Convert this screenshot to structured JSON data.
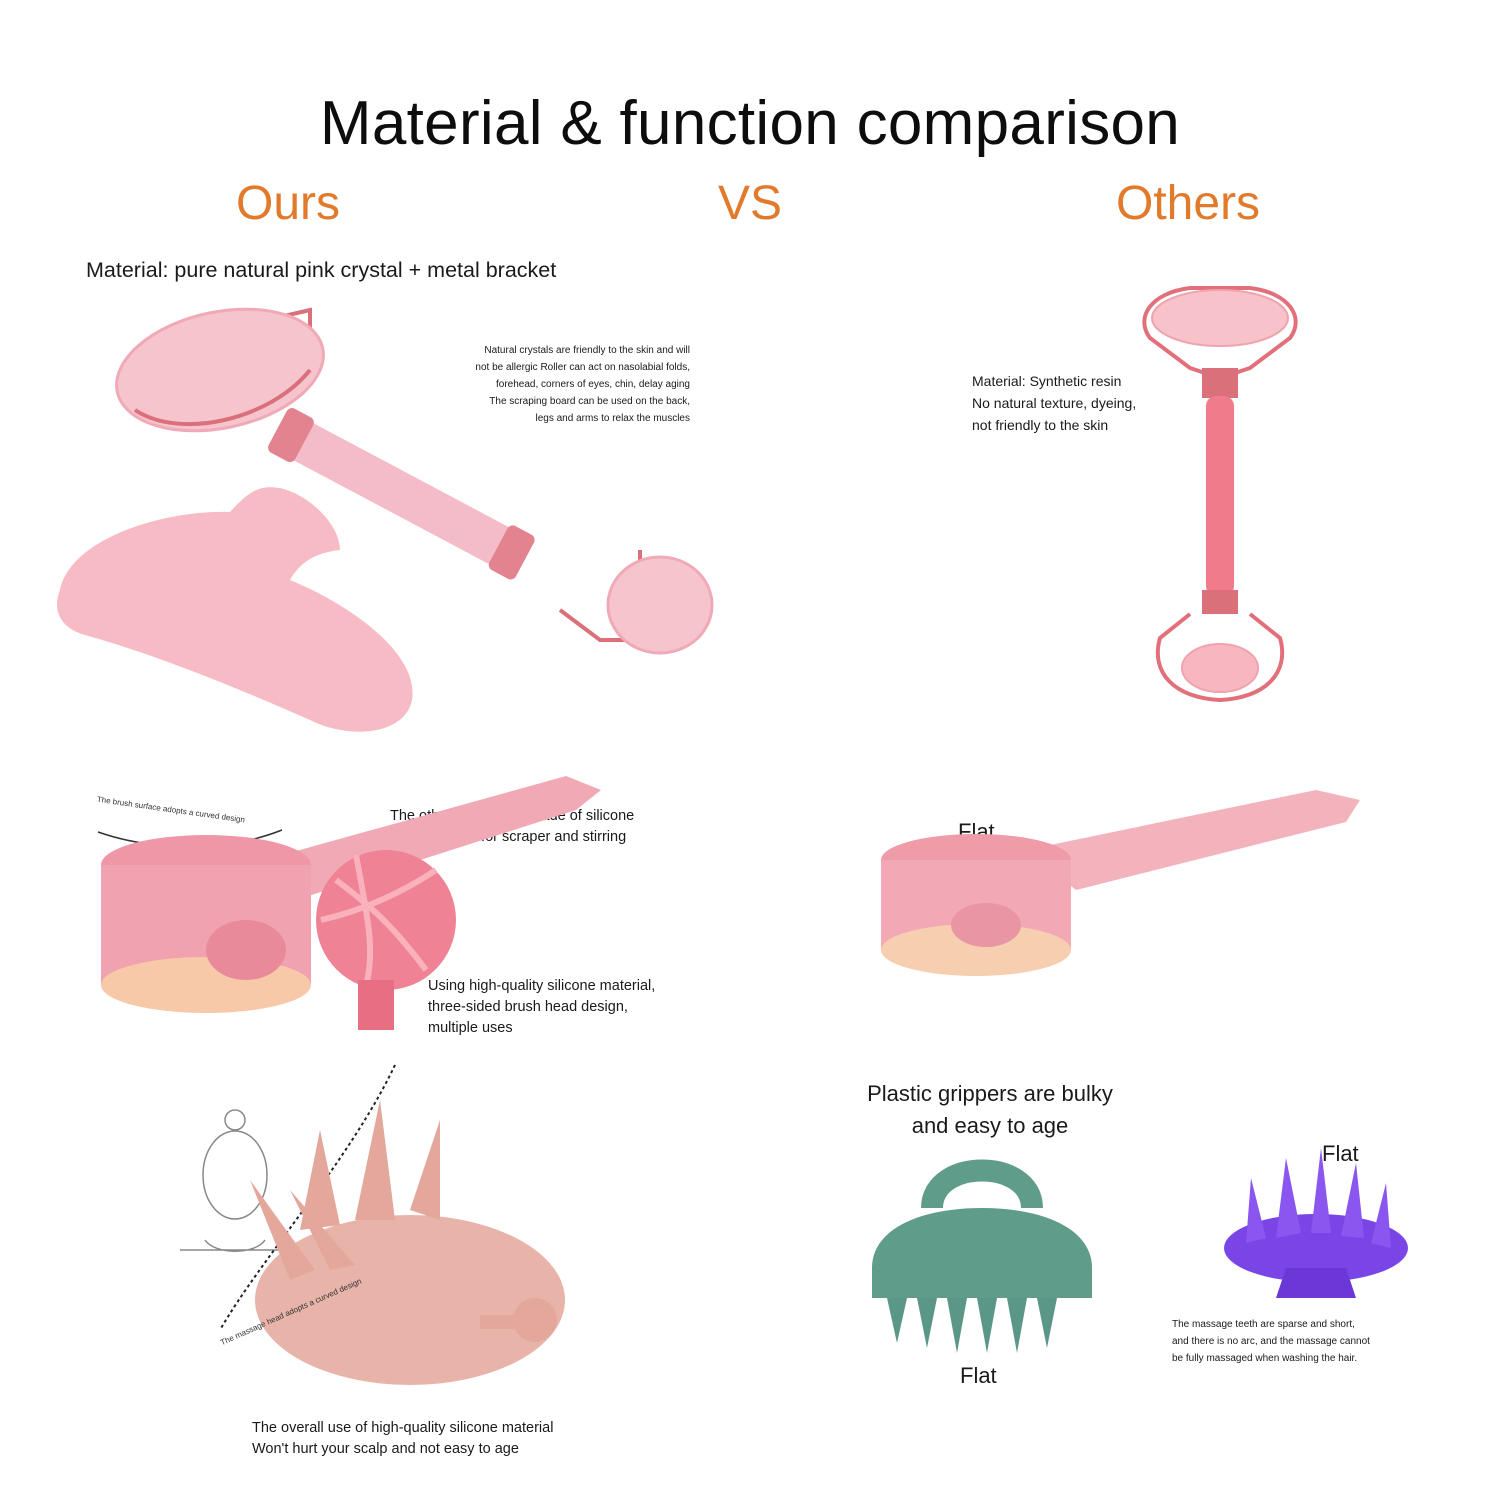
{
  "title": "Material & function comparison",
  "headers": {
    "ours": "Ours",
    "vs": "VS",
    "others": "Others"
  },
  "colors": {
    "header_orange": "#e27a2c",
    "rose_quartz": "#f3b8c2",
    "rose_gold": "#d9707a",
    "teal_brush": "#5f9c8a",
    "purple_brush": "#7a45e6"
  },
  "section_roller": {
    "ours_material": "Material: pure natural pink crystal + metal bracket",
    "ours_desc": [
      "Natural crystals are friendly to the skin and will",
      "not be allergic Roller can act on nasolabial folds,",
      "forehead, corners of eyes, chin, delay aging",
      "The scraping board can be used on the back,",
      "legs and arms to relax the muscles"
    ],
    "others_desc": [
      "Material: Synthetic resin",
      "No natural texture, dyeing,",
      "not friendly to the skin"
    ]
  },
  "section_face_brush": {
    "ours_curve_label": "The brush surface adopts a curved design",
    "ours_other_end": [
      "The other end is also made of silicone",
      "which is used for scraper and stirring"
    ],
    "ours_material": [
      "Using high-quality silicone material,",
      "three-sided brush head design,",
      "multiple uses"
    ],
    "others_label": "Flat"
  },
  "section_scalp_brush": {
    "ours_curve_label": "The massage head adopts a curved design",
    "ours_desc": [
      "The overall use of high-quality silicone material",
      "Won't hurt your scalp and not easy to age"
    ],
    "others_grip": [
      "Plastic grippers are bulky",
      "and easy to age"
    ],
    "others_flat_label_1": "Flat",
    "others_flat_label_2": "Flat",
    "others_teeth": [
      "The massage teeth are sparse and short,",
      "and there is no arc, and the massage cannot",
      "be fully massaged when washing the hair."
    ]
  }
}
